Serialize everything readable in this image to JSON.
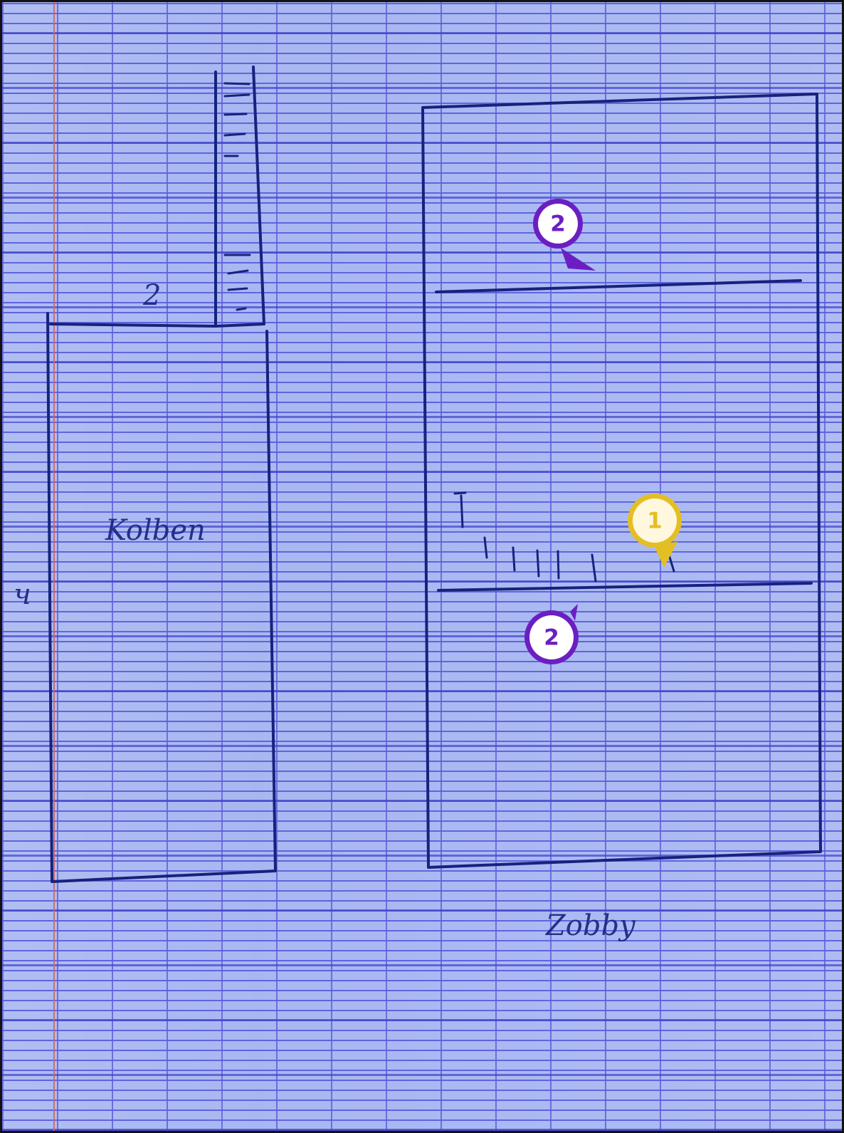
{
  "scene": {
    "left_label": "Kolben",
    "right_label": "Zobby",
    "small_mark": "2",
    "left_margin_mark": "ч"
  },
  "markers": [
    {
      "label": "2",
      "color": "#6b1fc2"
    },
    {
      "label": "1",
      "color": "#e4bf24"
    },
    {
      "label": "2",
      "color": "#6b1fc2"
    }
  ]
}
